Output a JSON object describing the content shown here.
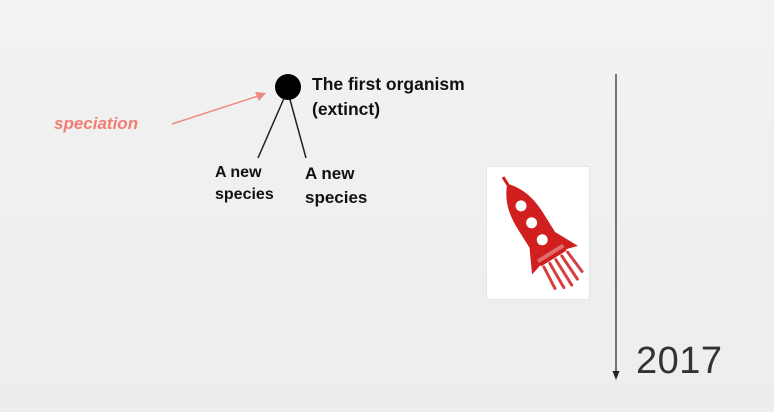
{
  "tree": {
    "root_label_line1": "The first organism",
    "root_label_line2": "(extinct)",
    "child_a_line1": "A new",
    "child_a_line2": "species",
    "child_b_line1": "A new",
    "child_b_line2": "species",
    "node_color": "#000000"
  },
  "annotation": {
    "label": "speciation",
    "color": "#f07e72"
  },
  "timeline": {
    "year": "2017"
  },
  "image": {
    "icon": "rocket-icon",
    "color": "#d11f1f"
  }
}
